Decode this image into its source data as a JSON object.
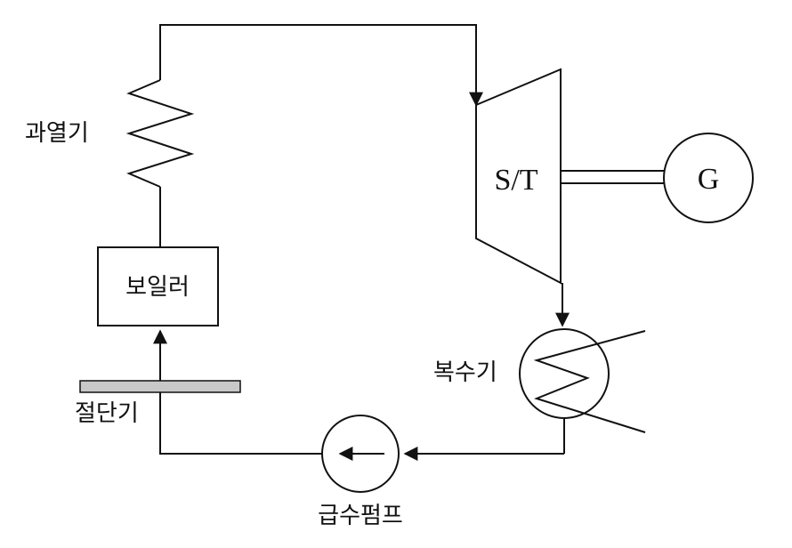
{
  "labels": {
    "superheater": "과열기",
    "boiler": "보일러",
    "turbine": "S/T",
    "generator": "G",
    "condenser": "복수기",
    "cutoff": "절단기",
    "feed_pump": "급수펌프"
  },
  "colors": {
    "line": "#111111",
    "cutoff_bar_fill": "#c8c8c8",
    "background": "#ffffff"
  }
}
